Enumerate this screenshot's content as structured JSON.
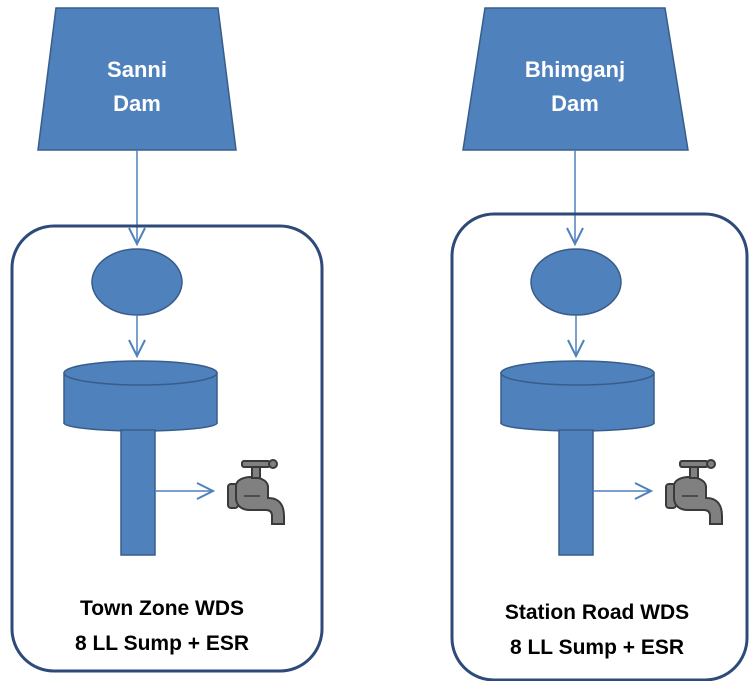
{
  "colors": {
    "fill": "#4f81bd",
    "stroke": "#385d8a",
    "arrow": "#4f81bd",
    "frame": "#2e4a7a",
    "tap_body": "#808080",
    "tap_outline": "#3a3a3a"
  },
  "systems": [
    {
      "dam": {
        "line1": "Sanni",
        "line2": "Dam"
      },
      "zone": {
        "line1": "Town Zone WDS",
        "line2": "8 LL Sump + ESR"
      },
      "icons": {
        "tap": "water-tap-icon"
      }
    },
    {
      "dam": {
        "line1": "Bhimganj",
        "line2": "Dam"
      },
      "zone": {
        "line1": "Station Road WDS",
        "line2": "8 LL Sump + ESR"
      },
      "icons": {
        "tap": "water-tap-icon"
      }
    }
  ]
}
